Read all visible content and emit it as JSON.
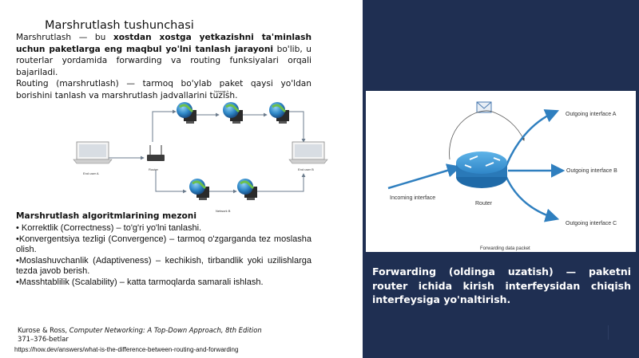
{
  "left": {
    "title": "Marshrutlash tushunchasi",
    "para1": {
      "pre": "Marshrutlash — bu ",
      "bold": "xostdan xostga yetkazishni ta'minlash uchun paketlarga eng maqbul yo'lni tanlash jarayoni",
      "post": " bo'lib, u routerlar yordamida forwarding va routing funksiyalari orqali bajariladi."
    },
    "para2": "Routing (marshrutlash) — tarmoq bo'ylab paket qaysi yo'ldan borishini tanlash va marshrutlash jadvallarini tuzish.",
    "diagram": {
      "network_a": "Network A",
      "network_b": "Network B",
      "end_user_a": "End user A",
      "end_user_b": "End user B",
      "router": "Router"
    },
    "criteria_title": "Marshrutlash algoritmlarining mezoni",
    "criteria": [
      "•  Korrektlik (Correctness) – to'g'ri yo'lni tanlashi.",
      "•Konvergentsiya tezligi (Convergence) – tarmoq o'zgarganda tez moslasha olish.",
      "•Moslashuvchanlik (Adaptiveness) – kechikish, tirbandlik yoki uzilishlarga tezda javob berish.",
      "•Masshtablilik (Scalability) – katta tarmoqlarda samarali ishlash."
    ],
    "reference": {
      "authors": "Kurose & Ross, ",
      "book": "Computer Networking: A Top-Down Approach, 8th Edition",
      "pages": "371–376-betlar"
    },
    "url": "https://how.dev/answers/what-is-the-difference-between-routing-and-forwarding"
  },
  "right": {
    "figure": {
      "out_a": "Outgoing interface A",
      "out_b": "Outgoing interface B",
      "out_c": "Outgoing interface C",
      "incoming": "Incoming interface",
      "router": "Router",
      "caption": "Forwarding data packet"
    },
    "forwarding_text": "Forwarding (oldinga uzatish) — paketni router ichida kirish interfeysidan chiqish interfeysiga yo'naltirish."
  },
  "colors": {
    "panel_bg": "#1f2f52",
    "router_blue": "#2f86c8",
    "arrow_blue": "#2f7fbf"
  }
}
